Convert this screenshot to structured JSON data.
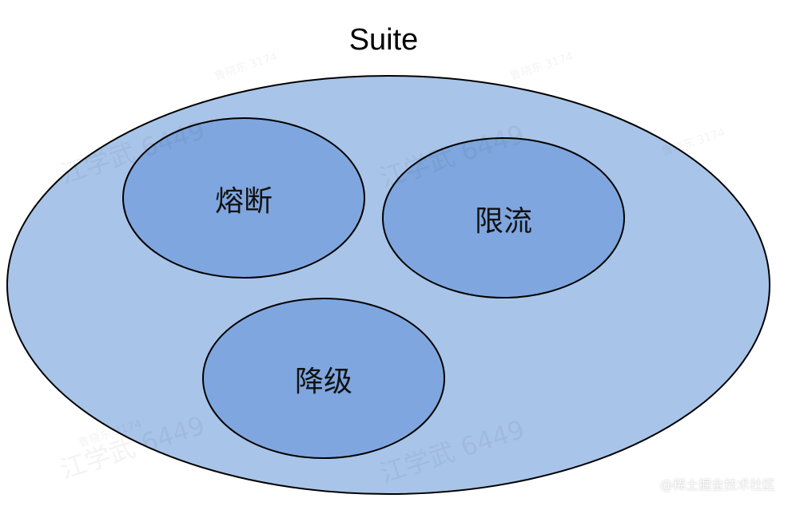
{
  "diagram": {
    "title": "Suite",
    "container": {
      "fill": "#a8c4e8",
      "stroke": "#000000"
    },
    "nodes": [
      {
        "id": "fuse",
        "label": "熔断",
        "fill": "#7fa6de",
        "stroke": "#000000"
      },
      {
        "id": "rate-limit",
        "label": "限流",
        "fill": "#7fa6de",
        "stroke": "#000000"
      },
      {
        "id": "degrade",
        "label": "降级",
        "fill": "#7fa6de",
        "stroke": "#000000"
      }
    ]
  },
  "watermark": {
    "text": "江学武 6449",
    "small_text": "鲁晓东 3174"
  },
  "credit": "@稀土掘金技术社区"
}
